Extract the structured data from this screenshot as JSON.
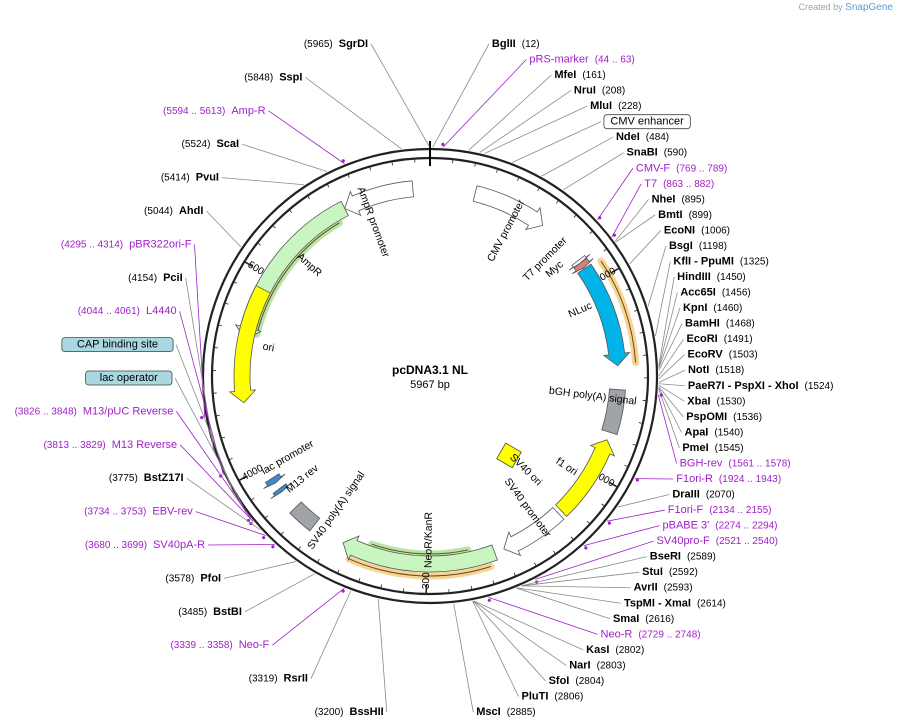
{
  "credit": {
    "prefix": "Created by",
    "brand": "SnapGene"
  },
  "plasmid": {
    "name": "pcDNA3.1 NL",
    "size_label": "5967 bp",
    "length": 5967
  },
  "colors": {
    "backbone": "#222222",
    "primer": "#a020c8",
    "ampr": "#c8f5c0",
    "ori": "#ffff00",
    "nluc": "#00b4e8",
    "neor": "#c8f5c0",
    "promoter": "#ffffff",
    "polya": "#a0a4a8",
    "highlight_orange": "#f0b040",
    "highlight_green": "#7ad060",
    "boxed_feature": "#a9d8e0"
  },
  "tick_labels": [
    {
      "text": "1000",
      "pos": 1000
    },
    {
      "text": "2000",
      "pos": 2000
    },
    {
      "text": "3000",
      "pos": 3000
    },
    {
      "text": "4000",
      "pos": 4000
    },
    {
      "text": "5000",
      "pos": 5000
    }
  ],
  "features": [
    {
      "name": "AmpR promoter",
      "start": 5520,
      "end": 5880,
      "color": "#ffffff",
      "dir": -1,
      "ring": 0
    },
    {
      "name": "AmpR",
      "start": 4660,
      "end": 5520,
      "color": "#c8f5c0",
      "dir": -1,
      "ring": 0
    },
    {
      "name": "CMV promoter",
      "start": 230,
      "end": 610,
      "color": "#ffffff",
      "dir": 1,
      "ring": 0
    },
    {
      "name": "T7 promoter",
      "start": 863,
      "end": 880,
      "color": "#ffffff",
      "dir": 1,
      "ring": 0
    },
    {
      "name": "Myc",
      "start": 880,
      "end": 910,
      "color": "#d88080",
      "dir": 1,
      "ring": 0
    },
    {
      "name": "NLuc",
      "start": 915,
      "end": 1440,
      "color": "#00b4e8",
      "dir": 1,
      "ring": 0
    },
    {
      "name": "bGH poly(A) signal",
      "start": 1560,
      "end": 1780,
      "color": "#a0a4a8",
      "dir": 0,
      "ring": 0
    },
    {
      "name": "f1 ori",
      "start": 1820,
      "end": 2250,
      "color": "#ffff00",
      "dir": -1,
      "ring": 0
    },
    {
      "name": "SV40 promoter",
      "start": 2270,
      "end": 2600,
      "color": "#ffffff",
      "dir": 1,
      "ring": 0
    },
    {
      "name": "NeoR/KanR",
      "start": 2650,
      "end": 3440,
      "color": "#c8f5c0",
      "dir": 1,
      "ring": 0
    },
    {
      "name": "SV40 poly(A) signal",
      "start": 3610,
      "end": 3740,
      "color": "#a0a4a8",
      "dir": 0,
      "ring": 0
    },
    {
      "name": "ori",
      "start": 4340,
      "end": 4930,
      "color": "#ffff00",
      "dir": -1,
      "ring": 0
    },
    {
      "name": "lac promoter",
      "start": 3900,
      "end": 3930,
      "color": "#3a8ad0",
      "dir": -1,
      "ring": 0
    },
    {
      "name": "M13 rev",
      "start": 3845,
      "end": 3865,
      "color": "#3a8ad0",
      "dir": -1,
      "ring": 0
    },
    {
      "name": "SV40 ori",
      "start": 2180,
      "end": 2300,
      "color": "#ffff00",
      "dir": 0,
      "ring": 1
    }
  ],
  "feature_labels": [
    {
      "text": "AmpR promoter",
      "pos": 5630
    },
    {
      "text": "AmpR",
      "pos": 5180
    },
    {
      "text": "CMV promoter",
      "pos": 460
    },
    {
      "text": "T7 promoter",
      "pos": 740
    },
    {
      "text": "Myc",
      "pos": 820
    },
    {
      "text": "NLuc",
      "pos": 1100
    },
    {
      "text": "bGH poly(A) signal",
      "pos": 1610
    },
    {
      "text": "f1 ori",
      "pos": 2050
    },
    {
      "text": "SV40 promoter",
      "pos": 2380
    },
    {
      "text": "NeoR/KanR",
      "pos": 2990
    },
    {
      "text": "SV40 poly(A) signal",
      "pos": 3560
    },
    {
      "text": "M13 rev",
      "pos": 3830
    },
    {
      "text": "lac promoter",
      "pos": 3980
    },
    {
      "text": "ori",
      "pos": 4640
    },
    {
      "text": "SV40 ori",
      "pos": 2230
    }
  ],
  "outer_labels": [
    {
      "name": "SgrDI",
      "pos_text": "(5965)",
      "pos": 5965,
      "kind": "enzyme",
      "side": "left"
    },
    {
      "name": "BglII",
      "pos_text": "(12)",
      "pos": 12,
      "kind": "enzyme",
      "side": "right"
    },
    {
      "name": "SspI",
      "pos_text": "(5848)",
      "pos": 5848,
      "kind": "enzyme",
      "side": "left"
    },
    {
      "name": "pRS-marker",
      "pos_text": "(44 .. 63)",
      "pos": 53,
      "kind": "primer",
      "side": "right"
    },
    {
      "name": "MfeI",
      "pos_text": "(161)",
      "pos": 161,
      "kind": "enzyme",
      "side": "right"
    },
    {
      "name": "Amp-R",
      "pos_text": "(5594 .. 5613)",
      "pos": 5603,
      "kind": "primer",
      "side": "left"
    },
    {
      "name": "NruI",
      "pos_text": "(208)",
      "pos": 208,
      "kind": "enzyme",
      "side": "right"
    },
    {
      "name": "MluI",
      "pos_text": "(228)",
      "pos": 228,
      "kind": "enzyme",
      "side": "right"
    },
    {
      "name": "ScaI",
      "pos_text": "(5524)",
      "pos": 5524,
      "kind": "enzyme",
      "side": "left"
    },
    {
      "name": "CMV enhancer",
      "pos_text": "",
      "pos": 350,
      "kind": "boxed",
      "side": "right"
    },
    {
      "name": "PvuI",
      "pos_text": "(5414)",
      "pos": 5414,
      "kind": "enzyme",
      "side": "left"
    },
    {
      "name": "NdeI",
      "pos_text": "(484)",
      "pos": 484,
      "kind": "enzyme",
      "side": "right"
    },
    {
      "name": "SnaBI",
      "pos_text": "(590)",
      "pos": 590,
      "kind": "enzyme",
      "side": "right"
    },
    {
      "name": "CMV-F",
      "pos_text": "(769 .. 789)",
      "pos": 779,
      "kind": "primer",
      "side": "right"
    },
    {
      "name": "T7",
      "pos_text": "(863 .. 882)",
      "pos": 872,
      "kind": "primer",
      "side": "right"
    },
    {
      "name": "AhdI",
      "pos_text": "(5044)",
      "pos": 5044,
      "kind": "enzyme",
      "side": "left"
    },
    {
      "name": "NheI",
      "pos_text": "(895)",
      "pos": 895,
      "kind": "enzyme",
      "side": "right"
    },
    {
      "name": "BmtI",
      "pos_text": "(899)",
      "pos": 899,
      "kind": "enzyme",
      "side": "right"
    },
    {
      "name": "EcoNI",
      "pos_text": "(1006)",
      "pos": 1006,
      "kind": "enzyme",
      "side": "right"
    },
    {
      "name": "BsgI",
      "pos_text": "(1198)",
      "pos": 1198,
      "kind": "enzyme",
      "side": "right"
    },
    {
      "name": "KflI - PpuMI",
      "pos_text": "(1325)",
      "pos": 1325,
      "kind": "enzyme",
      "side": "right"
    },
    {
      "name": "HindIII",
      "pos_text": "(1450)",
      "pos": 1450,
      "kind": "enzyme",
      "side": "right"
    },
    {
      "name": "Acc65I",
      "pos_text": "(1456)",
      "pos": 1456,
      "kind": "enzyme",
      "side": "right"
    },
    {
      "name": "KpnI",
      "pos_text": "(1460)",
      "pos": 1460,
      "kind": "enzyme",
      "side": "right"
    },
    {
      "name": "BamHI",
      "pos_text": "(1468)",
      "pos": 1468,
      "kind": "enzyme",
      "side": "right"
    },
    {
      "name": "EcoRI",
      "pos_text": "(1491)",
      "pos": 1491,
      "kind": "enzyme",
      "side": "right"
    },
    {
      "name": "EcoRV",
      "pos_text": "(1503)",
      "pos": 1503,
      "kind": "enzyme",
      "side": "right"
    },
    {
      "name": "NotI",
      "pos_text": "(1518)",
      "pos": 1518,
      "kind": "enzyme",
      "side": "right"
    },
    {
      "name": "PaeR7I - PspXI - XhoI",
      "pos_text": "(1524)",
      "pos": 1524,
      "kind": "enzyme",
      "side": "right"
    },
    {
      "name": "XbaI",
      "pos_text": "(1530)",
      "pos": 1530,
      "kind": "enzyme",
      "side": "right"
    },
    {
      "name": "PspOMI",
      "pos_text": "(1536)",
      "pos": 1536,
      "kind": "enzyme",
      "side": "right"
    },
    {
      "name": "ApaI",
      "pos_text": "(1540)",
      "pos": 1540,
      "kind": "enzyme",
      "side": "right"
    },
    {
      "name": "PmeI",
      "pos_text": "(1545)",
      "pos": 1545,
      "kind": "enzyme",
      "side": "right"
    },
    {
      "name": "pBR322ori-F",
      "pos_text": "(4295 .. 4314)",
      "pos": 4304,
      "kind": "primer",
      "side": "left"
    },
    {
      "name": "BGH-rev",
      "pos_text": "(1561 .. 1578)",
      "pos": 1570,
      "kind": "primer",
      "side": "right"
    },
    {
      "name": "PciI",
      "pos_text": "(4154)",
      "pos": 4154,
      "kind": "enzyme",
      "side": "left"
    },
    {
      "name": "F1ori-R",
      "pos_text": "(1924 .. 1943)",
      "pos": 1933,
      "kind": "primer",
      "side": "right"
    },
    {
      "name": "L4440",
      "pos_text": "(4044 .. 4061)",
      "pos": 4052,
      "kind": "primer",
      "side": "left"
    },
    {
      "name": "DraIII",
      "pos_text": "(2070)",
      "pos": 2070,
      "kind": "enzyme",
      "side": "right"
    },
    {
      "name": "CAP binding site",
      "pos_text": "",
      "pos": 3960,
      "kind": "boxed",
      "side": "left"
    },
    {
      "name": "F1ori-F",
      "pos_text": "(2134 .. 2155)",
      "pos": 2144,
      "kind": "primer",
      "side": "right"
    },
    {
      "name": "M13/pUC Reverse",
      "pos_text": "(3826 .. 3848)",
      "pos": 3837,
      "kind": "primer",
      "side": "left"
    },
    {
      "name": "pBABE 3'",
      "pos_text": "(2274 .. 2294)",
      "pos": 2284,
      "kind": "primer",
      "side": "right"
    },
    {
      "name": "lac operator",
      "pos_text": "",
      "pos": 3870,
      "kind": "boxed",
      "side": "left"
    },
    {
      "name": "SV40pro-F",
      "pos_text": "(2521 .. 2540)",
      "pos": 2530,
      "kind": "primer",
      "side": "right"
    },
    {
      "name": "M13 Reverse",
      "pos_text": "(3813 .. 3829)",
      "pos": 3821,
      "kind": "primer",
      "side": "left"
    },
    {
      "name": "BseRI",
      "pos_text": "(2589)",
      "pos": 2589,
      "kind": "enzyme",
      "side": "right"
    },
    {
      "name": "BstZ17I",
      "pos_text": "(3775)",
      "pos": 3775,
      "kind": "enzyme",
      "side": "left"
    },
    {
      "name": "StuI",
      "pos_text": "(2592)",
      "pos": 2592,
      "kind": "enzyme",
      "side": "right"
    },
    {
      "name": "AvrII",
      "pos_text": "(2593)",
      "pos": 2593,
      "kind": "enzyme",
      "side": "right"
    },
    {
      "name": "EBV-rev",
      "pos_text": "(3734 .. 3753)",
      "pos": 3743,
      "kind": "primer",
      "side": "left"
    },
    {
      "name": "TspMI - XmaI",
      "pos_text": "(2614)",
      "pos": 2614,
      "kind": "enzyme",
      "side": "right"
    },
    {
      "name": "SV40pA-R",
      "pos_text": "(3680 .. 3699)",
      "pos": 3690,
      "kind": "primer",
      "side": "left"
    },
    {
      "name": "SmaI",
      "pos_text": "(2616)",
      "pos": 2616,
      "kind": "enzyme",
      "side": "right"
    },
    {
      "name": "PfoI",
      "pos_text": "(3578)",
      "pos": 3578,
      "kind": "enzyme",
      "side": "left"
    },
    {
      "name": "Neo-R",
      "pos_text": "(2729 .. 2748)",
      "pos": 2738,
      "kind": "primer",
      "side": "right"
    },
    {
      "name": "BstBI",
      "pos_text": "(3485)",
      "pos": 3485,
      "kind": "enzyme",
      "side": "left"
    },
    {
      "name": "Neo-F",
      "pos_text": "(3339 .. 3358)",
      "pos": 3348,
      "kind": "primer",
      "side": "left"
    },
    {
      "name": "KasI",
      "pos_text": "(2802)",
      "pos": 2802,
      "kind": "enzyme",
      "side": "right"
    },
    {
      "name": "NarI",
      "pos_text": "(2803)",
      "pos": 2803,
      "kind": "enzyme",
      "side": "right"
    },
    {
      "name": "RsrII",
      "pos_text": "(3319)",
      "pos": 3319,
      "kind": "enzyme",
      "side": "left"
    },
    {
      "name": "SfoI",
      "pos_text": "(2804)",
      "pos": 2804,
      "kind": "enzyme",
      "side": "right"
    },
    {
      "name": "PluTI",
      "pos_text": "(2806)",
      "pos": 2806,
      "kind": "enzyme",
      "side": "right"
    },
    {
      "name": "BssHII",
      "pos_text": "(3200)",
      "pos": 3200,
      "kind": "enzyme",
      "side": "left"
    },
    {
      "name": "MscI",
      "pos_text": "(2885)",
      "pos": 2885,
      "kind": "enzyme",
      "side": "right"
    }
  ]
}
